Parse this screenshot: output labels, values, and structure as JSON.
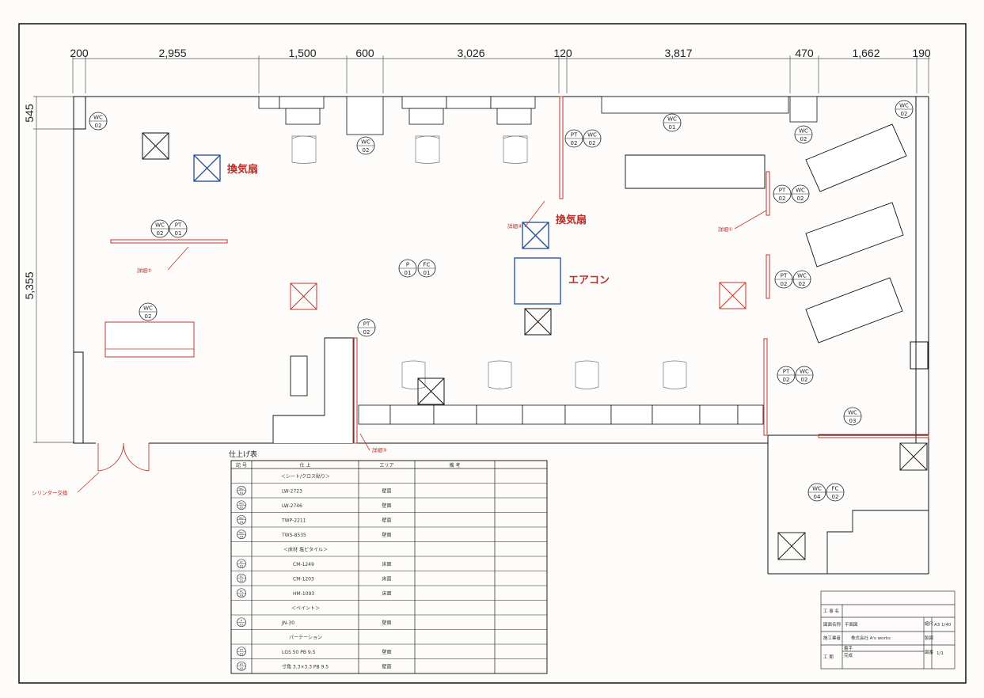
{
  "dimensions": {
    "top": [
      "200",
      "2,955",
      "1,500",
      "600",
      "3,026",
      "120",
      "3,817",
      "470",
      "1,662",
      "190"
    ],
    "left": [
      "545",
      "5,355"
    ]
  },
  "tags": {
    "t1": [
      "WC",
      "02"
    ],
    "t2": [
      "WC",
      "02"
    ],
    "t3": [
      "PT",
      "02"
    ],
    "t4": [
      "WC",
      "02"
    ],
    "t5": [
      "WC",
      "01"
    ],
    "t6": [
      "WC",
      "02"
    ],
    "t7": [
      "WC",
      "02"
    ],
    "t8": [
      "WC",
      "02"
    ],
    "t9": [
      "PT",
      "01"
    ],
    "t10": [
      "PT",
      "02"
    ],
    "t11": [
      "WC",
      "02"
    ],
    "t12": [
      "P",
      "01"
    ],
    "t13": [
      "FC",
      "01"
    ],
    "t14": [
      "PT",
      "02"
    ],
    "t15": [
      "WC",
      "02"
    ],
    "t16": [
      "WC",
      "02"
    ],
    "t17": [
      "PT",
      "02"
    ],
    "t18": [
      "PT",
      "02"
    ],
    "t19": [
      "WC",
      "02"
    ],
    "t20": [
      "WC",
      "03"
    ],
    "t21": [
      "WC",
      "04"
    ],
    "t22": [
      "FC",
      "02"
    ]
  },
  "labels": {
    "fan": "換気扇",
    "aircon": "エアコン",
    "detail1": "詳細①",
    "detail2": "詳細②",
    "detail3": "詳細③",
    "detail4": "詳細④",
    "cylinder": "シリンダー交換"
  },
  "finish_table": {
    "title": "仕上げ表",
    "headers": [
      "記 号",
      "仕 上",
      "エリア",
      "備 考",
      ""
    ],
    "rows": [
      {
        "code": "",
        "finish": "＜シート/クロス貼り＞",
        "area": ""
      },
      {
        "code": "WC01",
        "finish": "LW-2723",
        "area": "壁面"
      },
      {
        "code": "WC02",
        "finish": "LW-2746",
        "area": "壁面"
      },
      {
        "code": "WC03",
        "finish": "TWP-2211",
        "area": "壁面"
      },
      {
        "code": "WC04",
        "finish": "TWS-8535",
        "area": "壁面"
      },
      {
        "code": "",
        "finish": "＜床材 塩ビタイル＞",
        "area": ""
      },
      {
        "code": "FC01",
        "finish": "CM-1249",
        "area": "床面"
      },
      {
        "code": "FC02",
        "finish": "CM-1203",
        "area": "床面"
      },
      {
        "code": "FC03",
        "finish": "HM-1093",
        "area": "床面"
      },
      {
        "code": "",
        "finish": "＜ペイント＞",
        "area": ""
      },
      {
        "code": "P01",
        "finish": "JN-30",
        "area": "壁面"
      },
      {
        "code": "",
        "finish": "パーテーション",
        "area": ""
      },
      {
        "code": "PT01",
        "finish": "LGS 50 PB 9.5",
        "area": "壁面"
      },
      {
        "code": "PT02",
        "finish": "寸角 3.3×3.3 PB 9.5",
        "area": "壁面"
      }
    ]
  },
  "title_block": {
    "r1_label": "工 事 名",
    "r2_label": "図面名称",
    "r2_value": "平面図",
    "r2_side": "縮尺",
    "r2_scale": "A3 1/40",
    "r3_label": "施工業者",
    "r3_value": "株式会社 A's works",
    "r3_side": "製図",
    "r4_label": "工 期",
    "r4_start": "着手",
    "r4_end": "完成",
    "r4_side": "図番",
    "r4_sheet": "1/1"
  }
}
